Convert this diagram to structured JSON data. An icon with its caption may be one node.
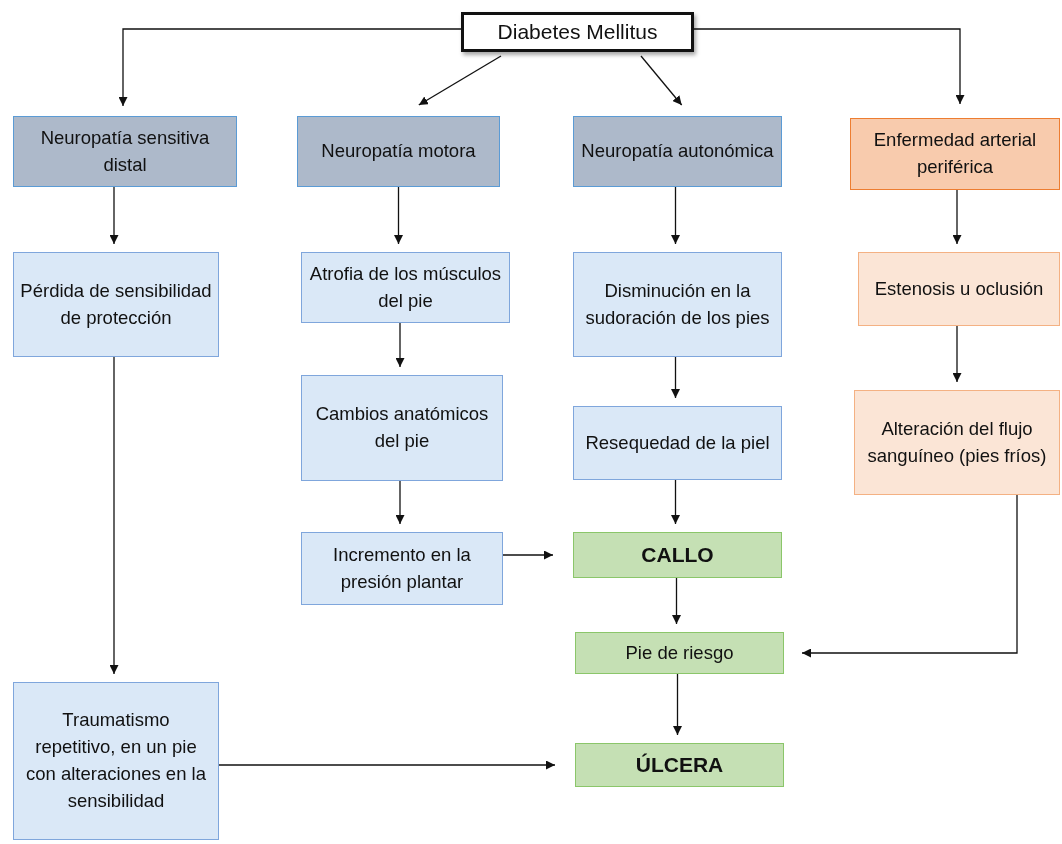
{
  "diagram": {
    "nodes": [
      {
        "text": [
          "Diabetes Mellitus"
        ]
      },
      {
        "text": [
          "Neuropatía sensitiva distal"
        ]
      },
      {
        "text": [
          "Neuropatía motora"
        ]
      },
      {
        "text": [
          "Neuropatía autonómica"
        ]
      },
      {
        "text": [
          "Enfermedad arterial periférica"
        ]
      },
      {
        "text": [
          "Pérdida de sensibilidad de protección"
        ]
      },
      {
        "text": [
          "Atrofia de los músculos del pie"
        ]
      },
      {
        "text": [
          "Disminución en la sudoración de los pies"
        ]
      },
      {
        "text": [
          "Estenosis u oclusión"
        ]
      },
      {
        "text": [
          "Cambios anatómicos del pie"
        ]
      },
      {
        "text": [
          "Resequedad de la piel"
        ]
      },
      {
        "text": [
          "Alteración del flujo sanguíneo (pies fríos)"
        ]
      },
      {
        "text": [
          "Incremento en la presión plantar"
        ]
      },
      {
        "text": [
          "CALLO"
        ]
      },
      {
        "text": [
          "Pie de riesgo"
        ]
      },
      {
        "text": [
          "Traumatismo repetitivo, en un pie con alteraciones en la sensibilidad"
        ]
      },
      {
        "text": [
          "ÚLCERA"
        ]
      }
    ],
    "edges": [
      {
        "from": 0,
        "to": 1,
        "arrow": "to"
      },
      {
        "from": 0,
        "to": 2,
        "arrow": "to"
      },
      {
        "from": 0,
        "to": 3,
        "arrow": "to"
      },
      {
        "from": 0,
        "to": 4,
        "arrow": "to"
      },
      {
        "from": 1,
        "to": 5,
        "arrow": "to"
      },
      {
        "from": 2,
        "to": 6,
        "arrow": "to"
      },
      {
        "from": 3,
        "to": 7,
        "arrow": "to"
      },
      {
        "from": 4,
        "to": 8,
        "arrow": "to"
      },
      {
        "from": 5,
        "to": 15,
        "arrow": "to"
      },
      {
        "from": 6,
        "to": 9,
        "arrow": "to"
      },
      {
        "from": 7,
        "to": 10,
        "arrow": "to"
      },
      {
        "from": 8,
        "to": 11,
        "arrow": "to"
      },
      {
        "from": 9,
        "to": 12,
        "arrow": "to"
      },
      {
        "from": 10,
        "to": 13,
        "arrow": "to"
      },
      {
        "from": 12,
        "to": 13,
        "arrow": "to"
      },
      {
        "from": 13,
        "to": 14,
        "arrow": "to"
      },
      {
        "from": 11,
        "to": 14,
        "arrow": "to"
      },
      {
        "from": 14,
        "to": 16,
        "arrow": "to"
      },
      {
        "from": 15,
        "to": 16,
        "arrow": "to"
      }
    ]
  }
}
